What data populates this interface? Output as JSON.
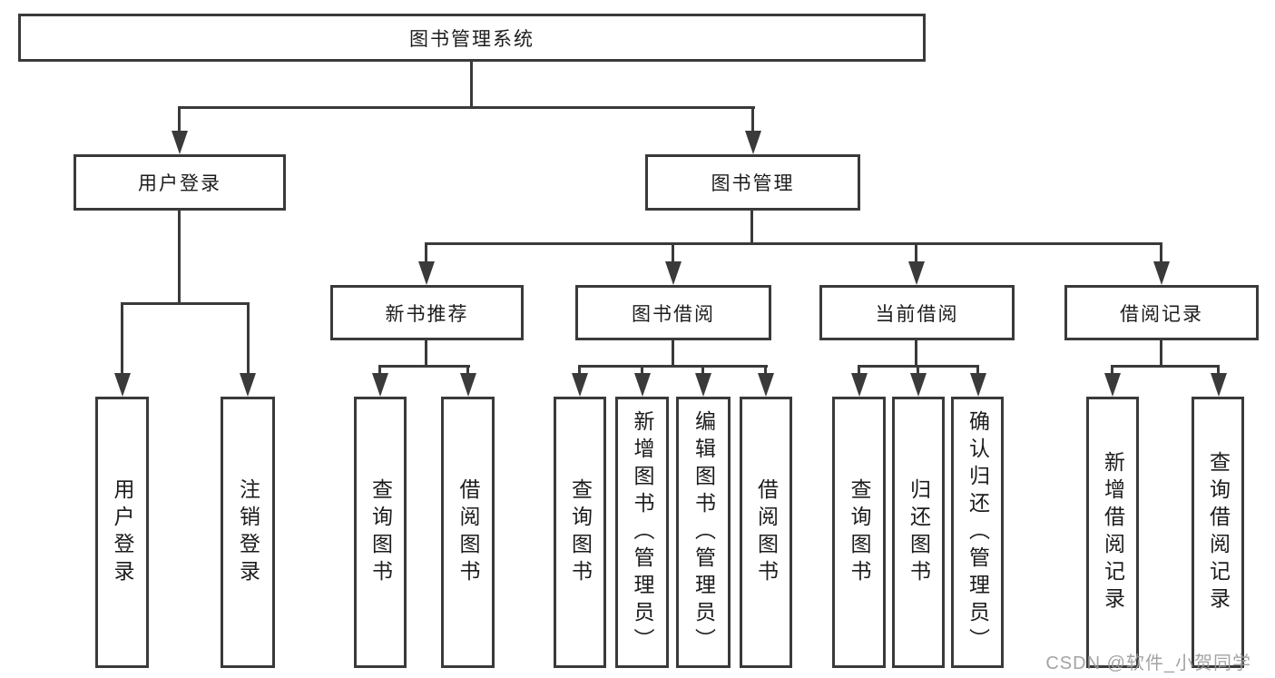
{
  "diagram": {
    "type": "tree",
    "root": {
      "label": "图书管理系统"
    },
    "level2": [
      {
        "label": "用户登录",
        "parent": "图书管理系统"
      },
      {
        "label": "图书管理",
        "parent": "图书管理系统"
      }
    ],
    "level3": [
      {
        "label": "新书推荐",
        "parent": "图书管理"
      },
      {
        "label": "图书借阅",
        "parent": "图书管理"
      },
      {
        "label": "当前借阅",
        "parent": "图书管理"
      },
      {
        "label": "借阅记录",
        "parent": "图书管理"
      }
    ],
    "leaves": [
      {
        "label": "用户登录",
        "parent": "用户登录"
      },
      {
        "label": "注销登录",
        "parent": "用户登录"
      },
      {
        "label": "查询图书",
        "parent": "新书推荐"
      },
      {
        "label": "借阅图书",
        "parent": "新书推荐"
      },
      {
        "label": "查询图书",
        "parent": "图书借阅"
      },
      {
        "label": "新增图书（管理员）",
        "parent": "图书借阅"
      },
      {
        "label": "编辑图书（管理员）",
        "parent": "图书借阅"
      },
      {
        "label": "借阅图书",
        "parent": "图书借阅"
      },
      {
        "label": "查询图书",
        "parent": "当前借阅"
      },
      {
        "label": "归还图书",
        "parent": "当前借阅"
      },
      {
        "label": "确认归还（管理员）",
        "parent": "当前借阅"
      },
      {
        "label": "新增借阅记录",
        "parent": "借阅记录"
      },
      {
        "label": "查询借阅记录",
        "parent": "借阅记录"
      }
    ]
  },
  "watermark": "CSDN @软件_小贺同学",
  "colors": {
    "line": "#3a3a3a",
    "text": "#1c1c1c",
    "background": "#ffffff",
    "watermark": "#9a9a9a"
  }
}
